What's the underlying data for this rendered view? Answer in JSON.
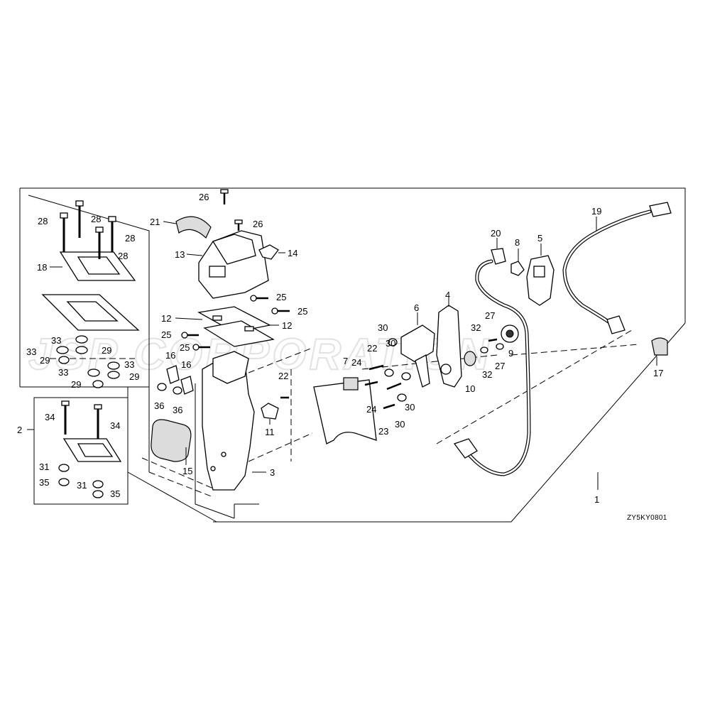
{
  "diagram_code": "ZY5KY0801",
  "watermark": "JSP CORPORATION",
  "callouts": [
    {
      "id": "c1",
      "text": "1"
    },
    {
      "id": "c2",
      "text": "2"
    },
    {
      "id": "c3",
      "text": "3"
    },
    {
      "id": "c4",
      "text": "4"
    },
    {
      "id": "c5",
      "text": "5"
    },
    {
      "id": "c6",
      "text": "6"
    },
    {
      "id": "c7",
      "text": "7"
    },
    {
      "id": "c8",
      "text": "8"
    },
    {
      "id": "c9",
      "text": "9"
    },
    {
      "id": "c10",
      "text": "10"
    },
    {
      "id": "c11",
      "text": "11"
    },
    {
      "id": "c12a",
      "text": "12"
    },
    {
      "id": "c12b",
      "text": "12"
    },
    {
      "id": "c13",
      "text": "13"
    },
    {
      "id": "c14",
      "text": "14"
    },
    {
      "id": "c15",
      "text": "15"
    },
    {
      "id": "c16a",
      "text": "16"
    },
    {
      "id": "c16b",
      "text": "16"
    },
    {
      "id": "c17",
      "text": "17"
    },
    {
      "id": "c18",
      "text": "18"
    },
    {
      "id": "c19",
      "text": "19"
    },
    {
      "id": "c20",
      "text": "20"
    },
    {
      "id": "c21",
      "text": "21"
    },
    {
      "id": "c22a",
      "text": "22"
    },
    {
      "id": "c22b",
      "text": "22"
    },
    {
      "id": "c23",
      "text": "23"
    },
    {
      "id": "c24a",
      "text": "24"
    },
    {
      "id": "c24b",
      "text": "24"
    },
    {
      "id": "c25a",
      "text": "25"
    },
    {
      "id": "c25b",
      "text": "25"
    },
    {
      "id": "c25c",
      "text": "25"
    },
    {
      "id": "c25d",
      "text": "25"
    },
    {
      "id": "c26a",
      "text": "26"
    },
    {
      "id": "c26b",
      "text": "26"
    },
    {
      "id": "c27a",
      "text": "27"
    },
    {
      "id": "c27b",
      "text": "27"
    },
    {
      "id": "c28a",
      "text": "28"
    },
    {
      "id": "c28b",
      "text": "28"
    },
    {
      "id": "c28c",
      "text": "28"
    },
    {
      "id": "c28d",
      "text": "28"
    },
    {
      "id": "c29a",
      "text": "29"
    },
    {
      "id": "c29b",
      "text": "29"
    },
    {
      "id": "c29c",
      "text": "29"
    },
    {
      "id": "c29d",
      "text": "29"
    },
    {
      "id": "c30a",
      "text": "30"
    },
    {
      "id": "c30b",
      "text": "30"
    },
    {
      "id": "c30c",
      "text": "30"
    },
    {
      "id": "c30d",
      "text": "30"
    },
    {
      "id": "c31a",
      "text": "31"
    },
    {
      "id": "c31b",
      "text": "31"
    },
    {
      "id": "c32a",
      "text": "32"
    },
    {
      "id": "c32b",
      "text": "32"
    },
    {
      "id": "c33a",
      "text": "33"
    },
    {
      "id": "c33b",
      "text": "33"
    },
    {
      "id": "c33c",
      "text": "33"
    },
    {
      "id": "c33d",
      "text": "33"
    },
    {
      "id": "c34a",
      "text": "34"
    },
    {
      "id": "c34b",
      "text": "34"
    },
    {
      "id": "c35a",
      "text": "35"
    },
    {
      "id": "c35b",
      "text": "35"
    },
    {
      "id": "c36a",
      "text": "36"
    },
    {
      "id": "c36b",
      "text": "36"
    }
  ]
}
